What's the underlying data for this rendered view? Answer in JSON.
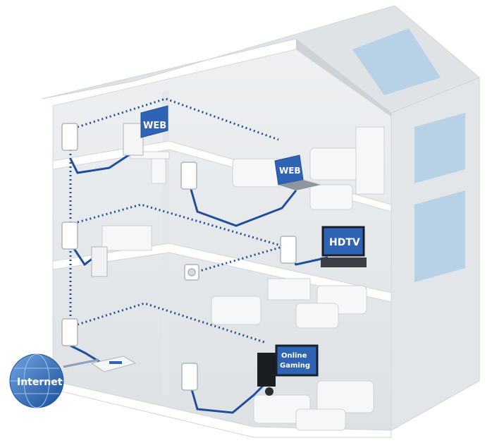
{
  "labels": {
    "web_top": "WEB",
    "web_laptop": "WEB",
    "hdtv": "HDTV",
    "gaming_line1": "Online",
    "gaming_line2": "Gaming",
    "internet": "Internet"
  },
  "colors": {
    "cable": "#1f4e9a",
    "wall": "#e9ebed",
    "roof": "#dfe3e6",
    "window": "#b7d2e6",
    "screen": "#2f64b4",
    "globe": "#2a67b8"
  },
  "icons": [
    "powerline-adapter-icon",
    "router-icon",
    "globe-icon",
    "wall-socket-icon",
    "laptop-icon",
    "tv-icon",
    "console-icon",
    "pc-icon"
  ]
}
